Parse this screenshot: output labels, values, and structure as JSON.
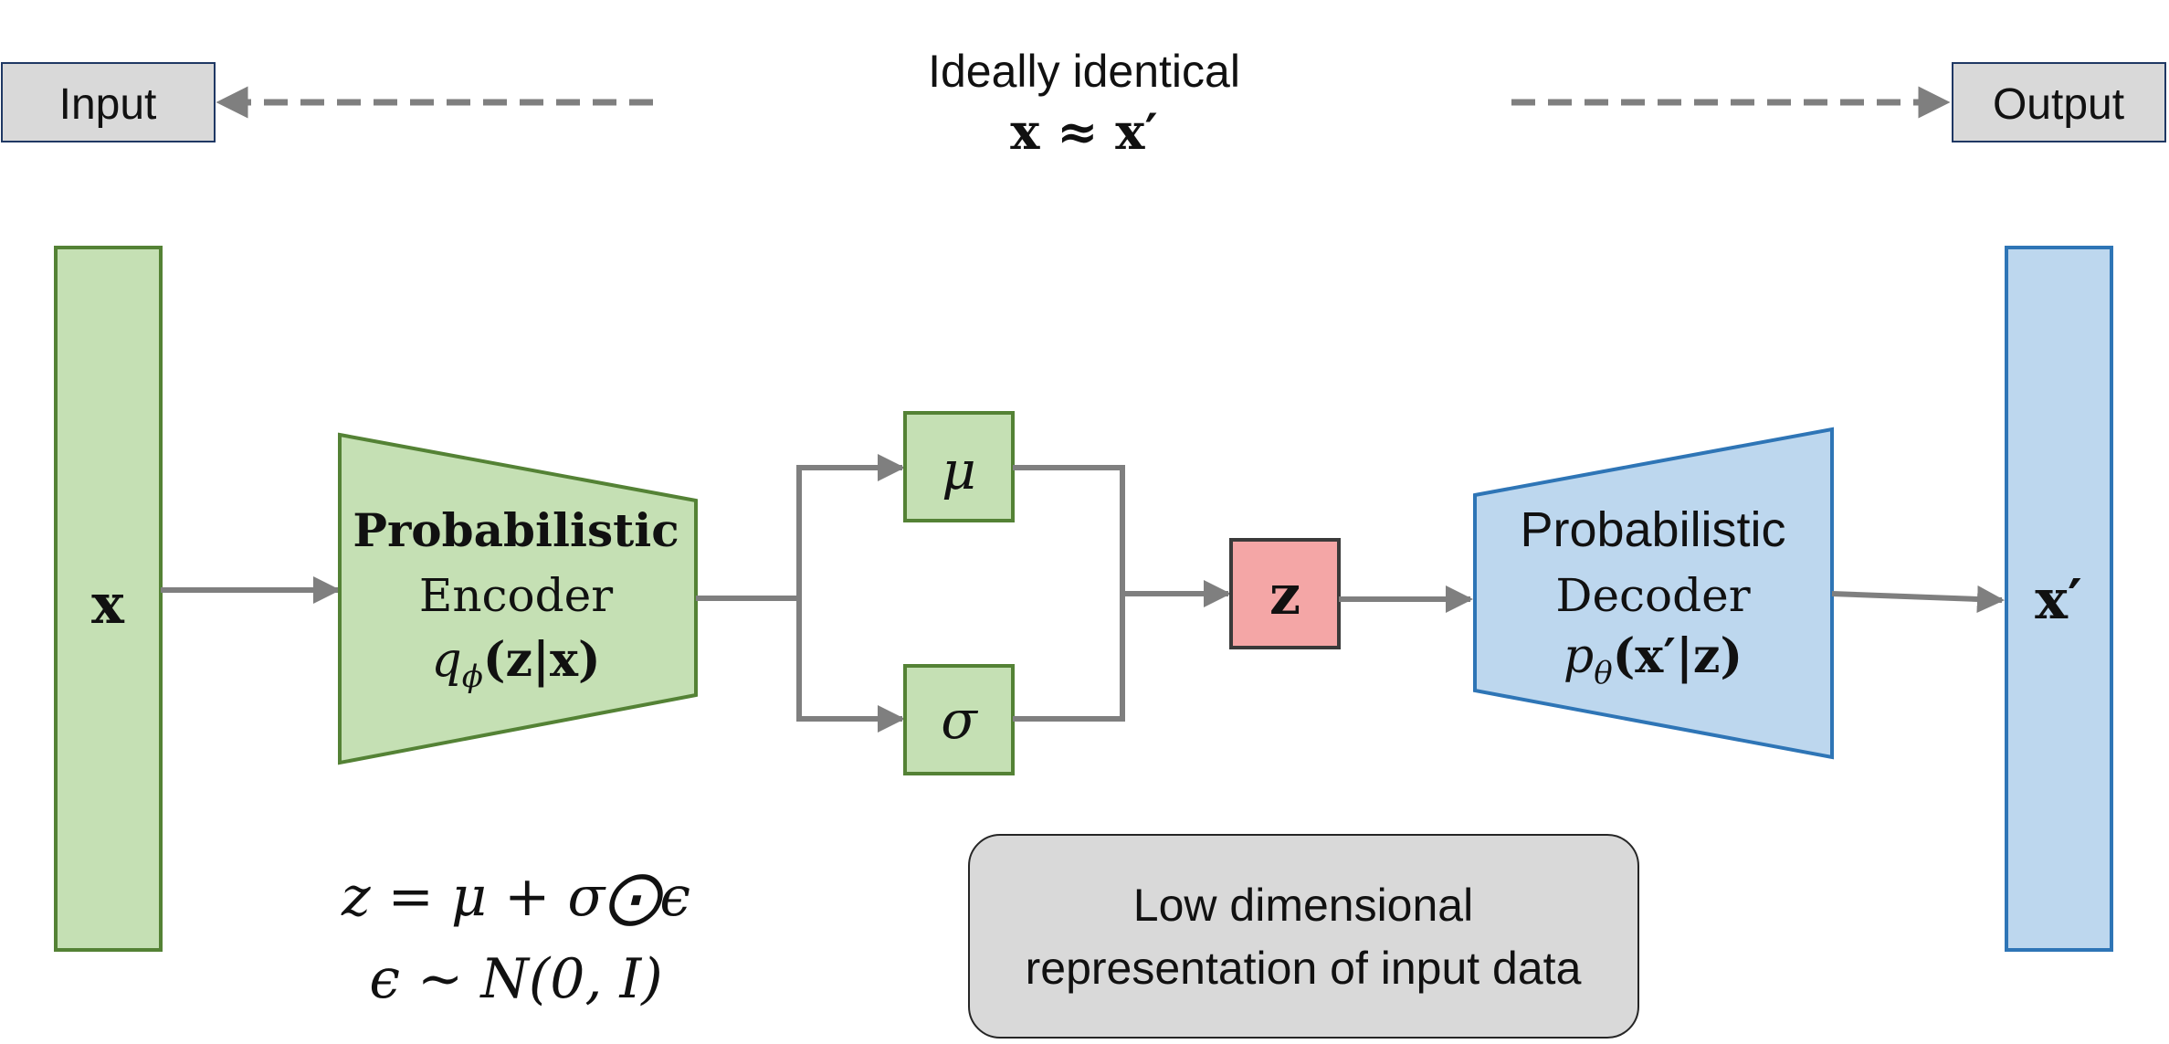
{
  "top": {
    "input_label": "Input",
    "output_label": "Output",
    "caption_line1": "Ideally identical",
    "caption_line2": "x ≈ x′"
  },
  "nodes": {
    "input_x": "x",
    "encoder": {
      "title": "Probabilistic",
      "subtitle": "Encoder",
      "formula_q": "q",
      "formula_sub": "ϕ",
      "formula_rest": "(z|x)"
    },
    "mu": "μ",
    "sigma": "σ",
    "z": "z",
    "decoder": {
      "title": "Probabilistic",
      "subtitle": "Decoder",
      "formula_p": "p",
      "formula_sub": "θ",
      "formula_rest": "(x′|z)"
    },
    "output_x": "x′"
  },
  "equations": {
    "line1": "z = μ + σ⨀ϵ",
    "line2": "ϵ ~ N(0, I)"
  },
  "latent_note": {
    "line1": "Low dimensional",
    "line2": "representation of input data"
  },
  "colors": {
    "encoder_fill": "#c5e0b4",
    "encoder_stroke": "#548235",
    "decoder_fill": "#bdd7ee",
    "decoder_stroke": "#2e75b6",
    "z_fill": "#f4a6a6",
    "z_stroke": "#3a3a3a",
    "connector": "#7f7f7f",
    "label_box_fill": "#d9d9d9",
    "label_box_stroke": "#1f3864"
  }
}
